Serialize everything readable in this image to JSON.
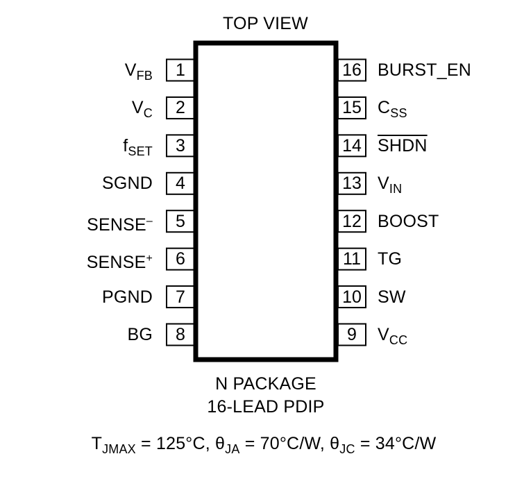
{
  "title": "TOP VIEW",
  "package": {
    "line1": "N PACKAGE",
    "line2": "16-LEAD PDIP"
  },
  "thermal": {
    "tj_main": "T",
    "tj_sub": "JMAX",
    "tj_value": " = 125°C, ",
    "theta1": "θ",
    "theta1_sub": "JA",
    "theta1_value": " = 70°C/W, ",
    "theta2": "θ",
    "theta2_sub": "JC",
    "theta2_value": " = 34°C/W"
  },
  "pins_left": [
    {
      "number": "1",
      "name": "V",
      "sub": "FB",
      "sup": ""
    },
    {
      "number": "2",
      "name": "V",
      "sub": "C",
      "sup": ""
    },
    {
      "number": "3",
      "name": "f",
      "sub": "SET",
      "sup": ""
    },
    {
      "number": "4",
      "name": "SGND",
      "sub": "",
      "sup": ""
    },
    {
      "number": "5",
      "name": "SENSE",
      "sub": "",
      "sup": "–"
    },
    {
      "number": "6",
      "name": "SENSE",
      "sub": "",
      "sup": "+"
    },
    {
      "number": "7",
      "name": "PGND",
      "sub": "",
      "sup": ""
    },
    {
      "number": "8",
      "name": "BG",
      "sub": "",
      "sup": ""
    }
  ],
  "pins_right": [
    {
      "number": "16",
      "name": "BURST_EN",
      "sub": "",
      "overline": false
    },
    {
      "number": "15",
      "name": "C",
      "sub": "SS",
      "overline": false
    },
    {
      "number": "14",
      "name": "SHDN",
      "sub": "",
      "overline": true
    },
    {
      "number": "13",
      "name": "V",
      "sub": "IN",
      "overline": false
    },
    {
      "number": "12",
      "name": "BOOST",
      "sub": "",
      "overline": false
    },
    {
      "number": "11",
      "name": "TG",
      "sub": "",
      "overline": false
    },
    {
      "number": "10",
      "name": "SW",
      "sub": "",
      "overline": false
    },
    {
      "number": "9",
      "name": "V",
      "sub": "CC",
      "overline": false
    }
  ]
}
